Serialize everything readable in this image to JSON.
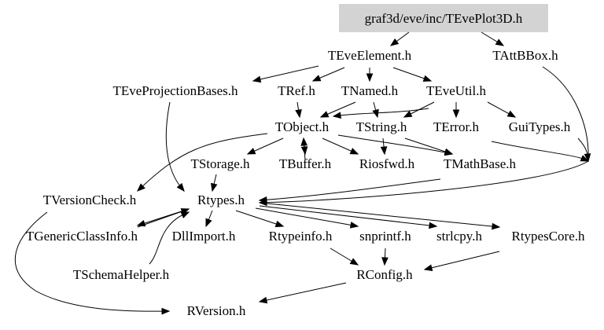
{
  "graph": {
    "root": "graf3d/eve/inc/TEvePlot3D.h",
    "highlight_color": "#d3d3d3",
    "nodes": [
      {
        "id": "root",
        "label": "graf3d/eve/inc/TEvePlot3D.h"
      },
      {
        "id": "teveelement",
        "label": "TEveElement.h"
      },
      {
        "id": "tattbbox",
        "label": "TAttBBox.h"
      },
      {
        "id": "teveprojectionbases",
        "label": "TEveProjectionBases.h"
      },
      {
        "id": "tref",
        "label": "TRef.h"
      },
      {
        "id": "tnamed",
        "label": "TNamed.h"
      },
      {
        "id": "teveutil",
        "label": "TEveUtil.h"
      },
      {
        "id": "tobject",
        "label": "TObject.h"
      },
      {
        "id": "tstring",
        "label": "TString.h"
      },
      {
        "id": "terror",
        "label": "TError.h"
      },
      {
        "id": "guitypes",
        "label": "GuiTypes.h"
      },
      {
        "id": "tstorage",
        "label": "TStorage.h"
      },
      {
        "id": "tbuffer",
        "label": "TBuffer.h"
      },
      {
        "id": "riosfwd",
        "label": "Riosfwd.h"
      },
      {
        "id": "tmathbase",
        "label": "TMathBase.h"
      },
      {
        "id": "tversioncheck",
        "label": "TVersionCheck.h"
      },
      {
        "id": "rtypes",
        "label": "Rtypes.h"
      },
      {
        "id": "tgenericclassinfo",
        "label": "TGenericClassInfo.h"
      },
      {
        "id": "dllimport",
        "label": "DllImport.h"
      },
      {
        "id": "rtypeinfo",
        "label": "Rtypeinfo.h"
      },
      {
        "id": "snprintf",
        "label": "snprintf.h"
      },
      {
        "id": "strlcpy",
        "label": "strlcpy.h"
      },
      {
        "id": "rtypescore",
        "label": "RtypesCore.h"
      },
      {
        "id": "tschemahelper",
        "label": "TSchemaHelper.h"
      },
      {
        "id": "rconfig",
        "label": "RConfig.h"
      },
      {
        "id": "rversion",
        "label": "RVersion.h"
      }
    ],
    "edges": [
      [
        "root",
        "teveelement"
      ],
      [
        "root",
        "tattbbox"
      ],
      [
        "teveelement",
        "teveprojectionbases"
      ],
      [
        "teveelement",
        "tref"
      ],
      [
        "teveelement",
        "tnamed"
      ],
      [
        "teveelement",
        "teveutil"
      ],
      [
        "teveprojectionbases",
        "rtypes"
      ],
      [
        "tref",
        "tobject"
      ],
      [
        "tnamed",
        "tobject"
      ],
      [
        "tnamed",
        "tstring"
      ],
      [
        "teveutil",
        "tobject"
      ],
      [
        "teveutil",
        "tstring"
      ],
      [
        "teveutil",
        "terror"
      ],
      [
        "teveutil",
        "guitypes"
      ],
      [
        "tattbbox",
        "rtypes"
      ],
      [
        "guitypes",
        "rtypes"
      ],
      [
        "terror",
        "rtypes"
      ],
      [
        "tobject",
        "tstorage"
      ],
      [
        "tobject",
        "tbuffer"
      ],
      [
        "tobject",
        "riosfwd"
      ],
      [
        "tobject",
        "tmathbase"
      ],
      [
        "tobject",
        "tversioncheck"
      ],
      [
        "tstring",
        "riosfwd"
      ],
      [
        "tstring",
        "tmathbase"
      ],
      [
        "tstorage",
        "rtypes"
      ],
      [
        "tmathbase",
        "rtypes"
      ],
      [
        "tbuffer",
        "tobject"
      ],
      [
        "tversioncheck",
        "rversion"
      ],
      [
        "rtypes",
        "tgenericclassinfo"
      ],
      [
        "rtypes",
        "dllimport"
      ],
      [
        "rtypes",
        "rtypeinfo"
      ],
      [
        "rtypes",
        "snprintf"
      ],
      [
        "rtypes",
        "strlcpy"
      ],
      [
        "rtypes",
        "rtypescore"
      ],
      [
        "tgenericclassinfo",
        "rtypes"
      ],
      [
        "tschemahelper",
        "rtypes"
      ],
      [
        "snprintf",
        "rconfig"
      ],
      [
        "rtypeinfo",
        "rconfig"
      ],
      [
        "rtypescore",
        "rconfig"
      ],
      [
        "rconfig",
        "rversion"
      ]
    ]
  }
}
